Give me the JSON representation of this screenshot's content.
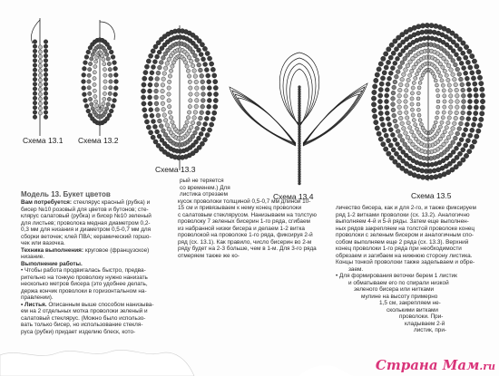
{
  "schemes": {
    "s131": "Схема 13.1",
    "s132": "Схема 13.2",
    "s133": "Схема 13.3",
    "s134": "Схема 13.4",
    "s135": "Схема 13.5"
  },
  "col1": {
    "heading": "Модель 13. Букет цветов",
    "needs_label": "Вам потребуется:",
    "lines": [
      "стеклярус красный (рубка) и",
      "бисер №10 розовый для цветов и бутонов; сте-",
      "клярус салатовый (рубка) и бисер №10 зеленый",
      "для листьев; проволока медная диаметром 0,2-",
      "0,3 мм для низания и диаметром 0,5-0,7 мм для",
      "сборки веточек; клей ПВА; керамический горшо-",
      "чек или вазочка."
    ],
    "tech_label": "Техника выполнения:",
    "tech_lines": [
      "круговое (французское)",
      "низание."
    ],
    "work_label": "Выполнение работы.",
    "work_lines": [
      "• Чтобы работа продвигалась быстро, предва-",
      "рительно на тонкую проволоку нужно нанизать",
      "несколько метров бисера (это удобнее делать,",
      "держа кончик проволоки в горизонтальном на-",
      "правлении)."
    ],
    "leaves_label": "• Листья.",
    "leaves_lines": [
      "Описанным выше способом нанизыва-",
      "ем на 2 отдельных мотка проволоки зеленый и",
      "салатовый стеклярус. (Можно было использо-",
      "вать только бисер, но использование стекля-",
      "руса (рубки) придает изделию блеск, кото-"
    ]
  },
  "col2": {
    "lines_top": [
      "рый не теряется",
      "со временем.) Для",
      "листика  отрезаем",
      "кусок проволоки толщиной 0,5-0,7 мм длиной 10-",
      "15 см и привязываем к нему конец проволоки",
      "с салатовым стеклярусом. Нанизываем на толстую",
      "проволоку 7 зеленых бисерин 1-го ряда, сгибаем",
      "из набранной низки бисера и делаем 1-2 витка",
      "проволокой на проволоке 1-го ряда, фиксируя 2-й",
      "ряд (сх. 13.1). Как правило, число бисерин во 2-м",
      "ряду будет на 2-3 больше, чем в 1-м. Для 3-го ряда",
      "отмеряем также же ко-"
    ]
  },
  "col3": {
    "lines": [
      "личество бисера, как и для 2-го, и также фиксируем",
      "ряд 1-2 витками проволоки (сх. 13.2). Аналогично",
      "выполняем 4-й и 5-й ряды. Затем еще выполнен-",
      "ных рядов закрепляем на толстой проволоке конец",
      "проволоки с зеленым бисером и аналогичным спо-",
      "собом выполняем еще 2 ряда (сх. 13.3). Верхний",
      "конец проволоки 1-го ряда при необходимости",
      "обрезаем и загибаем на нижнюю сторону листика.",
      "Концы тонкой проволоки также задельваем и обре-",
      "заем.",
      "• Для формирования веточки берем 1 листик",
      "и обматываем его по спирали низкой",
      "зеленого бисера или нитками",
      "мулине на высоту примерно",
      "1,5 см, закрепляем не-",
      "сколькими витками",
      "проволоки. При-",
      "кладываем 2-й",
      "листик, при-"
    ]
  },
  "watermark": {
    "brand": "Страна Мам",
    "domain": ".ru"
  }
}
